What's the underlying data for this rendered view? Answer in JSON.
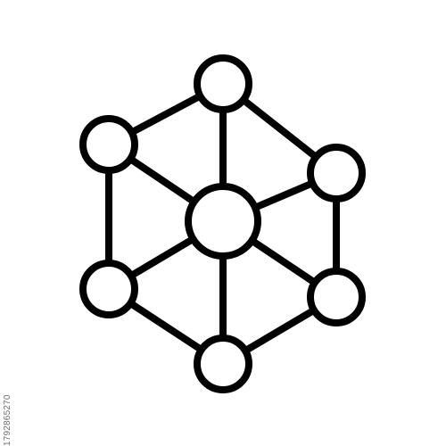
{
  "icon": {
    "name": "network-hexagon-icon",
    "stroke_color": "#000000",
    "node_fill": "#ffffff",
    "nodes": [
      "top",
      "upper-left",
      "upper-right",
      "center",
      "lower-left",
      "lower-right",
      "bottom"
    ]
  },
  "stock_id": "1792865270"
}
